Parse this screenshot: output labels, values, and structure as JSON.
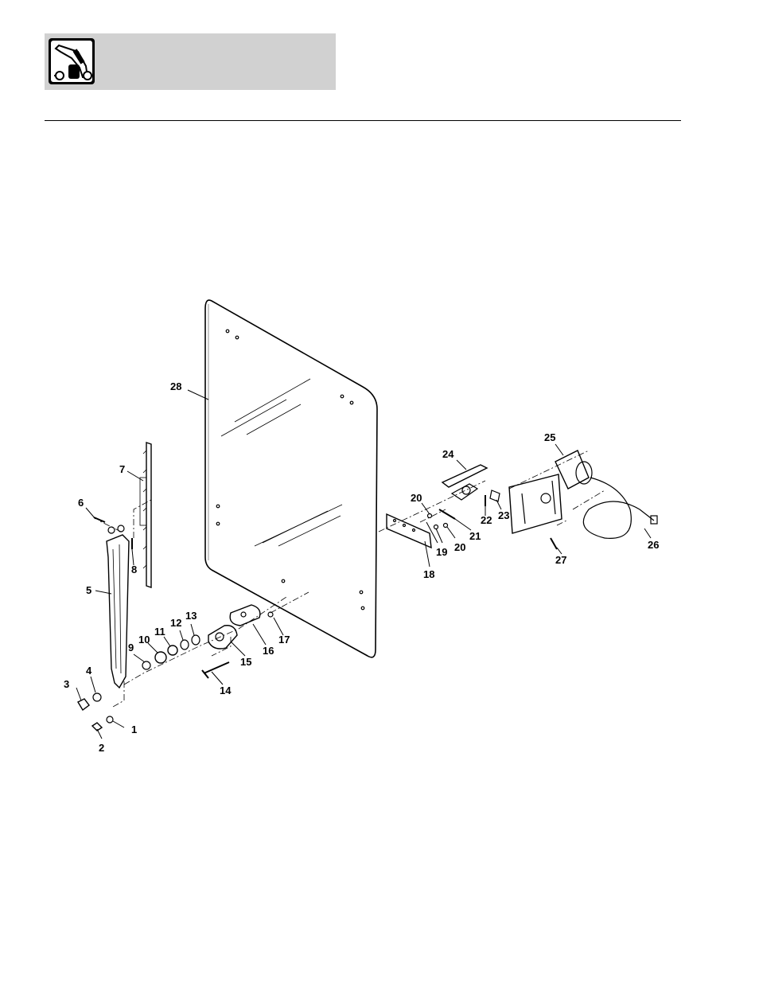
{
  "header": {
    "logo_icon": "skid-steer-loader-icon"
  },
  "diagram": {
    "callouts": [
      "1",
      "2",
      "3",
      "4",
      "5",
      "6",
      "7",
      "8",
      "9",
      "10",
      "11",
      "12",
      "13",
      "14",
      "15",
      "16",
      "17",
      "18",
      "19",
      "20",
      "20",
      "21",
      "22",
      "23",
      "24",
      "25",
      "26",
      "27",
      "28"
    ]
  }
}
